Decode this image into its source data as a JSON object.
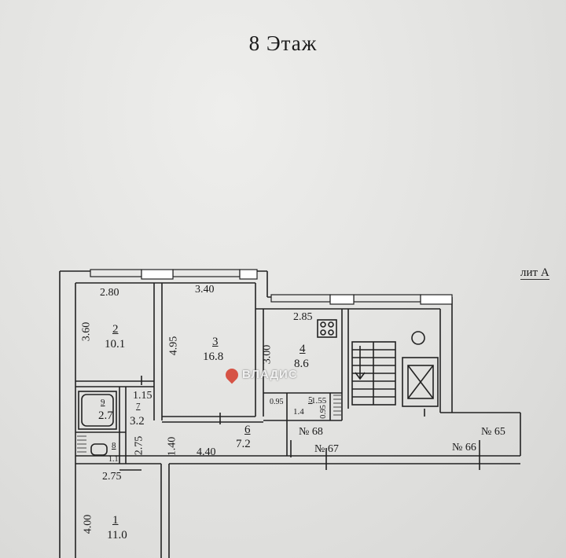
{
  "title": "8 Этаж",
  "lit": "лит А",
  "watermark": "ВЛАДИС",
  "rooms": [
    {
      "id": "2",
      "area": "10.1"
    },
    {
      "id": "3",
      "area": "16.8"
    },
    {
      "id": "4",
      "area": "8.6"
    },
    {
      "id": "5",
      "area": "1.4"
    },
    {
      "id": "6",
      "area": "7.2"
    },
    {
      "id": "7",
      "area": "3.2"
    },
    {
      "id": "8",
      "area": "1.1"
    },
    {
      "id": "9",
      "area": "2.7"
    },
    {
      "id": "1",
      "area": "11.0"
    }
  ],
  "dimensions": {
    "d280": "2.80",
    "d340": "3.40",
    "d285": "2.85",
    "d360": "3.60",
    "d495": "4.95",
    "d300": "3.00",
    "d115": "1.15",
    "d155": "1.55",
    "d095a": "0.95",
    "d095b": "0.95",
    "d140": "1.40",
    "d440": "4.40",
    "d275a": "2.75",
    "d275b": "2.75",
    "d400": "4.00"
  },
  "apartments": {
    "a65": "№ 65",
    "a66": "№ 66",
    "a67": "№ 67",
    "a68": "№ 68"
  },
  "colors": {
    "line": "#222222",
    "paper": "#e4e4e2",
    "pin": "#d43a2a"
  }
}
